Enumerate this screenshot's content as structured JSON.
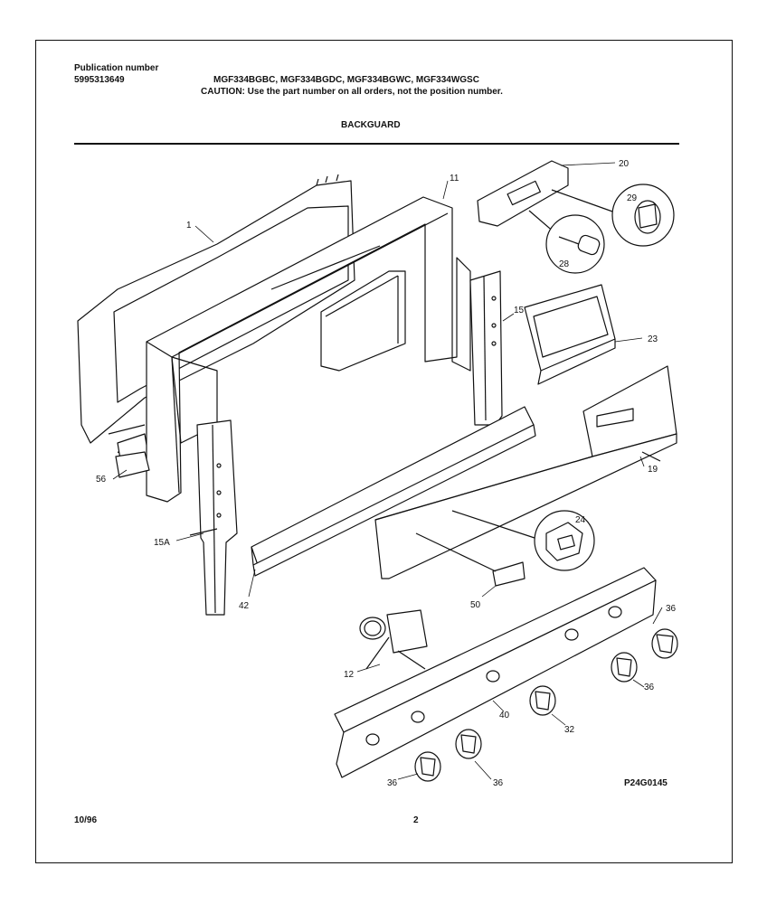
{
  "header": {
    "publication_label": "Publication number",
    "publication_number": "5995313649",
    "models": "MGF334BGBC, MGF334BGDC, MGF334BGWC, MGF334WGSC",
    "caution": "CAUTION:  Use the part number on all orders, not the position number.",
    "section_title": "BACKGUARD"
  },
  "callouts": {
    "c1": "1",
    "c11": "11",
    "c20": "20",
    "c29": "29",
    "c28": "28",
    "c15": "15",
    "c23": "23",
    "c19": "19",
    "c56": "56",
    "c15a": "15A",
    "c24": "24",
    "c42": "42",
    "c50": "50",
    "c36a": "36",
    "c12": "12",
    "c36b": "36",
    "c40": "40",
    "c32": "32",
    "c36c": "36",
    "c36d": "36"
  },
  "footer": {
    "date": "10/96",
    "page": "2",
    "drawing_code": "P24G0145"
  }
}
